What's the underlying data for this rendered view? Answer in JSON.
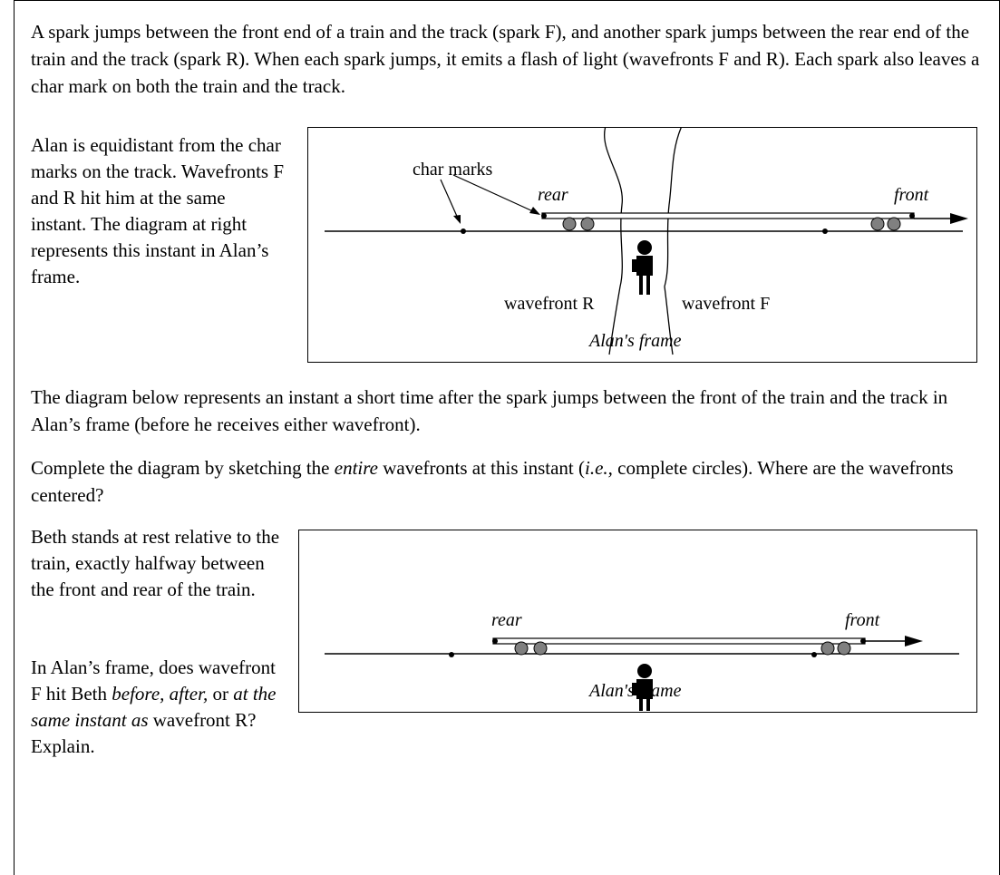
{
  "intro": "A spark jumps between the front end of a train and the track (spark F), and another spark jumps between the rear end of the train and the track (spark R).  When each spark jumps, it emits a flash of light (wavefronts F and R).  Each spark also leaves a char mark on both the train and the track.",
  "alan_text": "Alan is equidistant from the char marks on the track.  Wavefronts F and R hit him at the same instant. The diagram at right represents this instant in Alan’s frame.",
  "diagram1": {
    "char_marks_label": "char marks",
    "rear_label": "rear",
    "front_label": "front",
    "wavefront_r_label": "wavefront R",
    "wavefront_f_label": "wavefront F",
    "frame_label": "Alan's frame"
  },
  "mid_text_1": "The diagram below represents an instant a short time after the spark jumps between the front of the train and the track in Alan’s frame (before he receives either wavefront).",
  "mid_text_2": {
    "a": "Complete the diagram by sketching the",
    "b": "entire",
    "c": " wavefronts at this instant (",
    "d": "i.e.,",
    "e": " complete circles). Where are the wavefronts centered?"
  },
  "beth_text": "Beth stands at rest relative to the train, exactly halfway between the front and rear of the train.",
  "question": {
    "a": "In Alan’s frame, does wavefront F hit Beth ",
    "b": "before, after,",
    "c": " or ",
    "d": "at the same instant as",
    "e": " wavefront R?  Explain."
  },
  "diagram2": {
    "rear_label": "rear",
    "front_label": "front",
    "frame_label": "Alan's frame"
  }
}
